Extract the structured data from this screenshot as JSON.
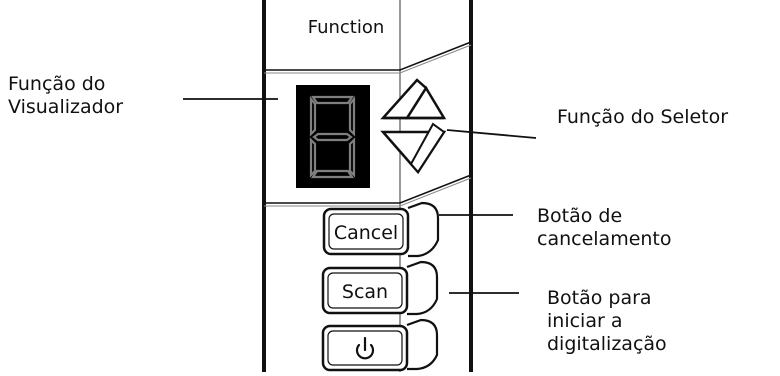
{
  "panel": {
    "title": "Function",
    "display_digit": "8",
    "cancel_label": "Cancel",
    "scan_label": "Scan",
    "power_symbol": "⏻"
  },
  "callouts": {
    "display": [
      "Função do",
      "Visualizador"
    ],
    "selector": [
      "Função do Seletor"
    ],
    "cancel": [
      "Botão de",
      "cancelamento"
    ],
    "scan": [
      "Botão para",
      "iniciar a",
      "digitalização"
    ]
  },
  "colors": {
    "display_bg": "#000000",
    "segment": "#7f7f7f",
    "line": "#111111"
  }
}
